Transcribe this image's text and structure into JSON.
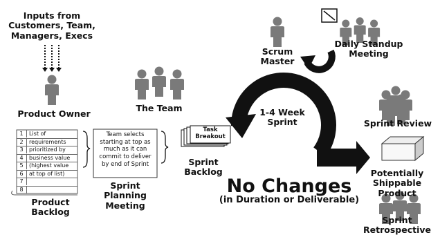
{
  "inputs_label": "Inputs from\nCustomers, Team,\nManagers, Execs",
  "product_owner": "Product Owner",
  "product_backlog": {
    "title": "Product\nBacklog",
    "rows": [
      {
        "num": "1",
        "text": "List of"
      },
      {
        "num": "2",
        "text": "requirements"
      },
      {
        "num": "3",
        "text": "prioritized by"
      },
      {
        "num": "4",
        "text": "business value"
      },
      {
        "num": "5",
        "text": "(highest value"
      },
      {
        "num": "6",
        "text": "at top of list)"
      },
      {
        "num": "7",
        "text": ""
      },
      {
        "num": "8",
        "text": ""
      }
    ]
  },
  "the_team": "The Team",
  "planning": {
    "box_text": "Team selects starting at top as much as it can commit to deliver by end of Sprint",
    "title": "Sprint\nPlanning\nMeeting"
  },
  "task_breakout": "Task\nBreakout",
  "sprint_backlog": "Sprint\nBacklog",
  "scrum_master": "Scrum\nMaster",
  "daily_standup": "Daily Standup\nMeeting",
  "sprint_cycle": "1-4 Week\nSprint",
  "no_changes": "No Changes",
  "no_changes_sub": "(in Duration or Deliverable)",
  "sprint_review": "Sprint Review",
  "shippable": "Potentially\nShippable Product",
  "retrospective": "Sprint\nRetrospective",
  "colors": {
    "person": "#7a7a7a",
    "cycle": "#111111"
  }
}
